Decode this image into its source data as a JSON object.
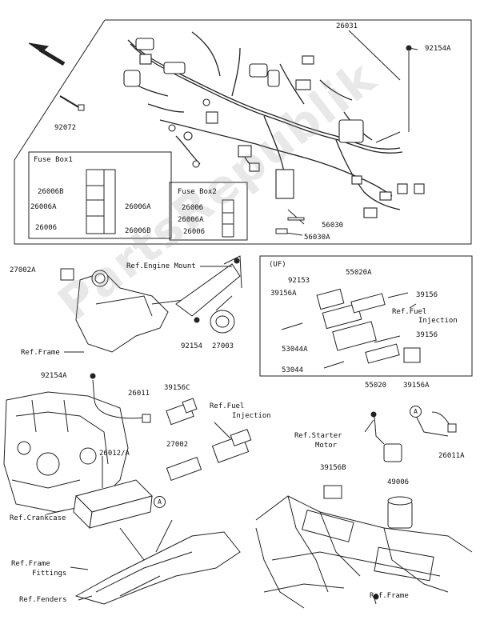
{
  "watermark": "PartsRepublik",
  "boxes": {
    "fuse_box1_title": "Fuse Box1",
    "fuse_box2_title": "Fuse Box2",
    "uf_title": "(UF)"
  },
  "labels": {
    "p26031": "26031",
    "p92154a_top": "92154A",
    "p92072": "92072",
    "p26006b_l": "26006B",
    "p26006a_l": "26006A",
    "p26006_l": "26006",
    "p26006a_r": "26006A",
    "p26006b_r": "26006B",
    "fb2_26006": "26006",
    "fb2_26006a": "26006A",
    "fb2_26006b": "26006",
    "p56030": "56030",
    "p56030a": "56030A",
    "p27002a": "27002A",
    "ref_engine_mount": "Ref.Engine Mount",
    "ref_frame_1": "Ref.Frame",
    "p92154": "92154",
    "p27003": "27003",
    "p92153": "92153",
    "p55020a": "55020A",
    "p39156a_uf1": "39156A",
    "p39156_uf1": "39156",
    "ref_fuel_inj_uf_1": "Ref.Fuel",
    "ref_fuel_inj_uf_2": "Injection",
    "p53044a": "53044A",
    "p39156_uf2": "39156",
    "p53044": "53044",
    "p55020": "55020",
    "p39156a_uf2": "39156A",
    "p92154a_mid": "92154A",
    "p26011": "26011",
    "p39156c": "39156C",
    "ref_fuel_inj_1": "Ref.Fuel",
    "ref_fuel_inj_2": "Injection",
    "p26012a": "26012/A",
    "p27002": "27002",
    "ref_starter_1": "Ref.Starter",
    "ref_starter_2": "Motor",
    "p26011a": "26011A",
    "p39156b": "39156B",
    "p49006": "49006",
    "ref_crankcase": "Ref.Crankcase",
    "ref_frame_fit_1": "Ref.Frame",
    "ref_frame_fit_2": "Fittings",
    "ref_fenders": "Ref.Fenders",
    "ref_frame_2": "Ref.Frame",
    "tag_a_1": "A",
    "tag_a_2": "A"
  }
}
